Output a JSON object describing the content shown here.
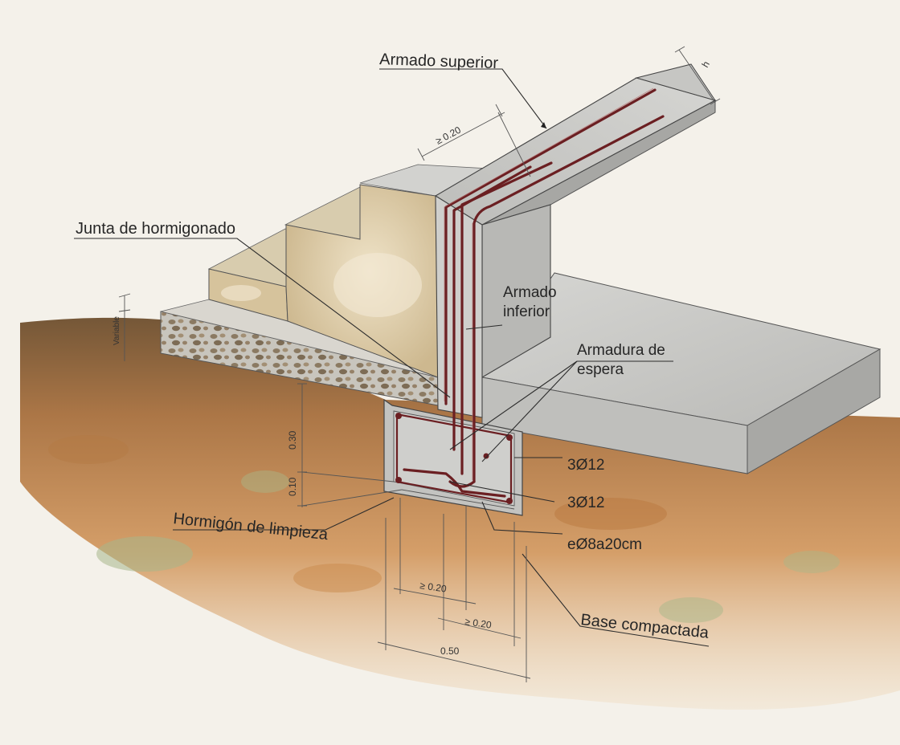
{
  "labels": {
    "armado_superior": "Armado superior",
    "junta_hormigonado": "Junta de hormigonado",
    "armado_inferior_1": "Armado",
    "armado_inferior_2": "inferior",
    "armadura_espera_1": "Armadura de",
    "armadura_espera_2": "espera",
    "hormigon_limpieza": "Hormigón de limpieza",
    "base_compactada": "Base compactada",
    "bars_top": "3Ø12",
    "bars_bottom": "3Ø12",
    "stirrups": "eØ8a20cm"
  },
  "dimensions": {
    "d_top_spacing": "≥ 0.20",
    "d_h": "h",
    "d_variable": "Variable",
    "d_030": "0.30",
    "d_010": "0.10",
    "d_020_a": "≥ 0.20",
    "d_020_b": "≥ 0.20",
    "d_050": "0.50"
  },
  "colors": {
    "background": "#f4f1ea",
    "concrete": "#c9c9c6",
    "concrete_dark": "#a9a9a6",
    "stair_beige": "#dccdab",
    "rebar": "#6b1f22",
    "soil_top": "#7a5a35",
    "soil_mid": "#c98a4c",
    "soil_light": "#e0b88a",
    "moss": "#a8b78a"
  }
}
